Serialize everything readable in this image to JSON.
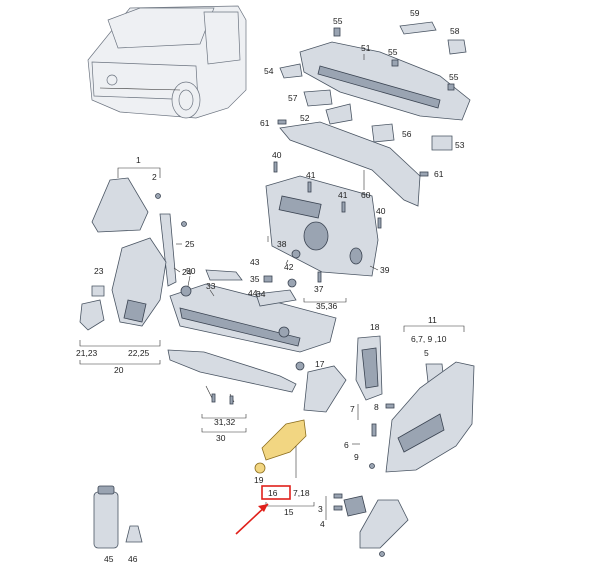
{
  "callouts": {
    "c1": "1",
    "c2": "2",
    "c20": "20",
    "c21_23": "21,23",
    "c22_25": "22,25",
    "c23": "23",
    "c24": "24",
    "c25": "25",
    "c30": "30",
    "c31_32": "31,32",
    "c33": "33",
    "c35": "35",
    "c35_36": "35,36",
    "c34": "34",
    "c37": "37",
    "c38": "38",
    "c39": "39",
    "c40": "40",
    "c41a": "41",
    "c41b": "41",
    "c42": "42",
    "c43": "43",
    "c44": "44",
    "c45": "45",
    "c46": "46",
    "c50": "50",
    "c51": "51",
    "c52": "52",
    "c53": "53",
    "c54": "54",
    "c55a": "55",
    "c55b": "55",
    "c55c": "55",
    "c56": "56",
    "c57": "57",
    "c58": "58",
    "c59": "59",
    "c60": "60",
    "c61a": "61",
    "c61b": "61",
    "c11": "11",
    "c6_7_9_10": "6,7, 9 ,10",
    "c5": "5",
    "c7": "7",
    "c8": "8",
    "c6": "6",
    "c9": "9",
    "c3": "3",
    "c4": "4",
    "c17": "17",
    "c18": "18",
    "c19": "19",
    "c16": "16",
    "c7_18": "7,18",
    "c15": "15"
  },
  "colors": {
    "highlight": "#e0201a",
    "highlight_part": "#f2d682"
  }
}
